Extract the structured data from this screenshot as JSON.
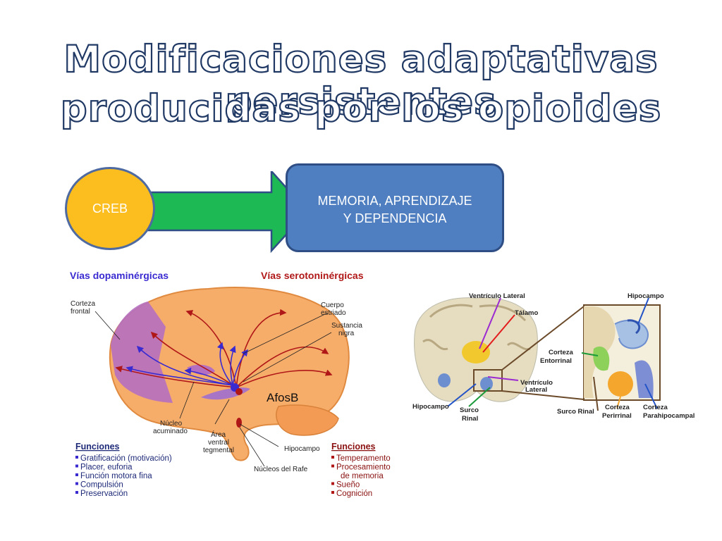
{
  "slide": {
    "title_line1": "Modificaciones adaptativas persistentes",
    "title_line2": "producidas por los opioides"
  },
  "flow": {
    "source": "CREB",
    "target_line1": "MEMORIA, APRENDIZAJE",
    "target_line2": "Y DEPENDENCIA",
    "colors": {
      "circle": "#fbbe1e",
      "arrow": "#1db954",
      "box": "#4f7fc0"
    }
  },
  "left_figure": {
    "header_dopa": "Vías dopaminérgicas",
    "header_sero": "Vías serotoninérgicas",
    "labels": {
      "corteza": "Corteza",
      "frontal": "frontal",
      "cuerpo": "Cuerpo",
      "estriado": "estriado",
      "sustancia": "Sustancia",
      "nigra": "nigra",
      "afosb": "AfosB",
      "nucleo": "Núcleo",
      "acuminado": "acuminado",
      "area": "Área",
      "ventral": "ventral",
      "tegmental": "tegmental",
      "hipocampo": "Hipocampo",
      "rafe": "Núcleos del Rafe"
    },
    "funciones_left": {
      "title": "Funciones",
      "items": [
        "Gratificación (motivación)",
        "Placer, euforia",
        "Función motora fina",
        "Compulsión",
        "Preservación"
      ]
    },
    "funciones_right": {
      "title": "Funciones",
      "items": [
        "Temperamento",
        "Procesamiento",
        "de memoria",
        "Sueño",
        "Cognición"
      ]
    },
    "colors": {
      "dopa": "#3a2bd1",
      "sero": "#b01818",
      "brain": "#f7ad6a",
      "cortex": "#b56fc0"
    }
  },
  "right_figure": {
    "labels": {
      "ventriculo_lateral": "Ventrículo Lateral",
      "talamo": "Tálamo",
      "ventriculo": "Ventrículo",
      "lateral": "Lateral",
      "hipocampo_left": "Hipocampo",
      "surco": "Surco",
      "rinal": "Rinal",
      "hipocampo_top": "Hipocampo",
      "corteza_ent1": "Corteza",
      "corteza_ent2": "Entorrinal",
      "surco_rinal": "Surco Rinal",
      "corteza_peri1": "Corteza",
      "corteza_peri2": "Perirrinal",
      "corteza_para1": "Corteza",
      "corteza_para2": "Parahipocampal"
    }
  }
}
